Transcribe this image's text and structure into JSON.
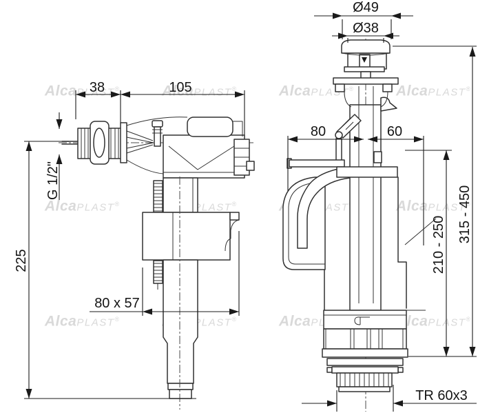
{
  "watermark": {
    "brand_bold": "Alca",
    "brand_light": "PLAST",
    "registered": "®",
    "color": "#d9d9d9"
  },
  "left_view": {
    "dim_shank_length": "38",
    "dim_body_length": "105",
    "dim_inlet_thread": "G 1/2\"",
    "dim_total_height": "225",
    "dim_float_size": "80 x 57"
  },
  "right_view": {
    "dim_button_outer": "Ø49",
    "dim_button_inner": "Ø38",
    "dim_left_offset": "80",
    "dim_right_offset": "60",
    "dim_level_range": "210 - 250",
    "dim_height_range": "315 - 450",
    "dim_outlet_thread": "TR 60x3"
  },
  "colors": {
    "line": "#303030",
    "dimension": "#1a1a1a",
    "watermark": "#d9d9d9",
    "background": "#ffffff"
  }
}
